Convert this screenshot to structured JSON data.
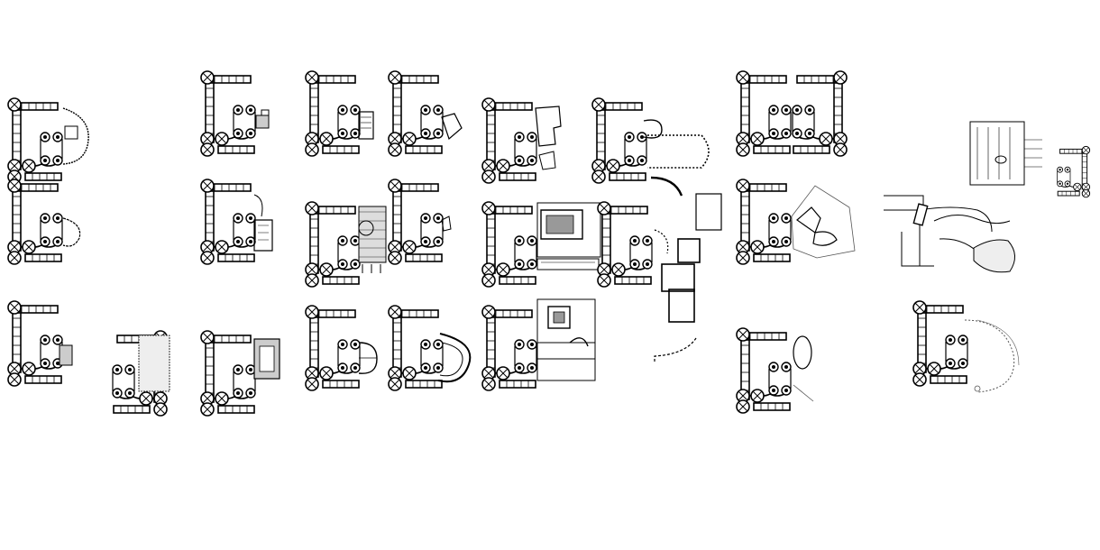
{
  "sheet": {
    "background": "#ffffff",
    "ink": "#000000",
    "accent_ink": "#555555",
    "plan_variants": [
      {
        "id": "A1",
        "addition": "curved-bay",
        "base_flipped": false
      },
      {
        "id": "A2",
        "addition": "small-annex",
        "base_flipped": false
      },
      {
        "id": "A3",
        "addition": "stair-block",
        "base_flipped": false
      },
      {
        "id": "A4",
        "addition": "angled-wing",
        "base_flipped": false
      },
      {
        "id": "A5",
        "addition": "irregular-block",
        "base_flipped": false
      },
      {
        "id": "A6",
        "addition": "long-arc-wall",
        "base_flipped": false
      },
      {
        "id": "A7",
        "addition": "twin-plan",
        "base_flipped": false
      },
      {
        "id": "B1",
        "addition": "round-bay",
        "base_flipped": false
      },
      {
        "id": "B2",
        "addition": "chapel-annex",
        "base_flipped": false
      },
      {
        "id": "B3",
        "addition": "hatched-court",
        "base_flipped": false
      },
      {
        "id": "B4",
        "addition": "small-bay",
        "base_flipped": false
      },
      {
        "id": "B5",
        "addition": "dense-complex",
        "base_flipped": false
      },
      {
        "id": "B6",
        "addition": "linked-courtyards",
        "base_flipped": false
      },
      {
        "id": "B7",
        "addition": "faceted-landscape",
        "base_flipped": false
      },
      {
        "id": "B8",
        "addition": "landscape-site",
        "base_flipped": false
      },
      {
        "id": "C1",
        "addition": "small-hatched-bay",
        "base_flipped": false
      },
      {
        "id": "C2",
        "addition": "dotted-extension",
        "base_flipped": true
      },
      {
        "id": "C3",
        "addition": "square-court",
        "base_flipped": false
      },
      {
        "id": "C4",
        "addition": "semicircle",
        "base_flipped": false
      },
      {
        "id": "C5",
        "addition": "crescent",
        "base_flipped": false
      },
      {
        "id": "C6",
        "addition": "block-complex",
        "base_flipped": false
      },
      {
        "id": "C7",
        "addition": "oval-tower",
        "base_flipped": false
      },
      {
        "id": "C8",
        "addition": "circular-arcs",
        "base_flipped": false
      }
    ]
  }
}
